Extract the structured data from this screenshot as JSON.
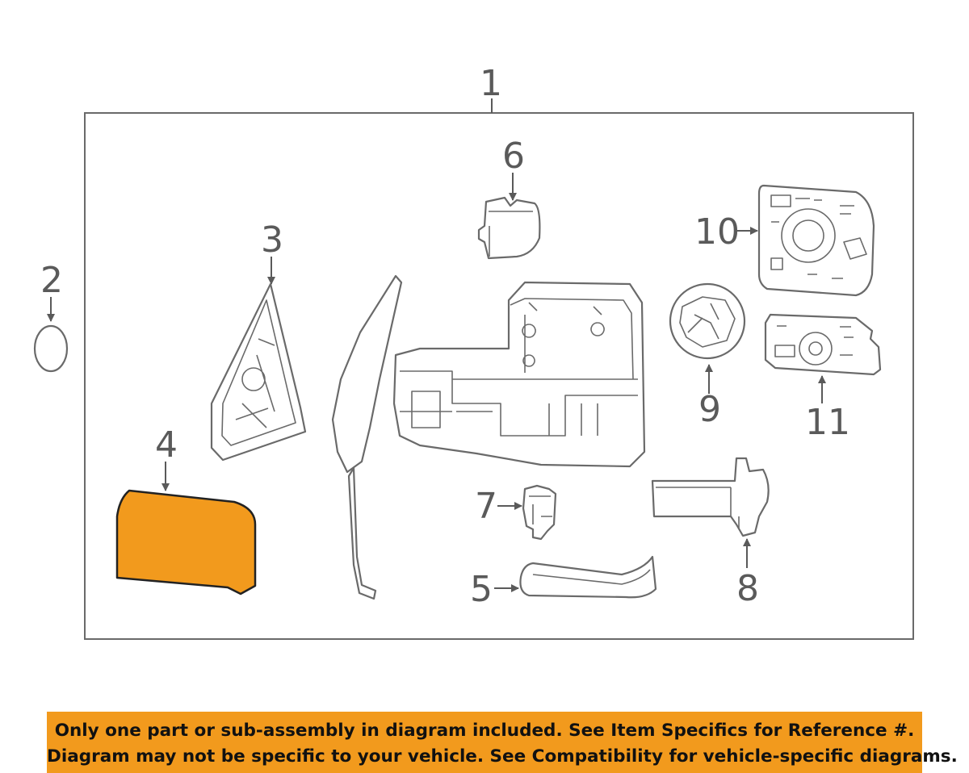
{
  "callouts": {
    "c1": "1",
    "c2": "2",
    "c3": "3",
    "c4": "4",
    "c5": "5",
    "c6": "6",
    "c7": "7",
    "c8": "8",
    "c9": "9",
    "c10": "10",
    "c11": "11"
  },
  "highlight_color": "#f29a1d",
  "notice": {
    "line1": "Only one part or sub-assembly in diagram included. See Item Specifics for Reference #.",
    "line2": "Diagram may not be specific to your vehicle. See Compatibility for vehicle-specific diagrams."
  }
}
